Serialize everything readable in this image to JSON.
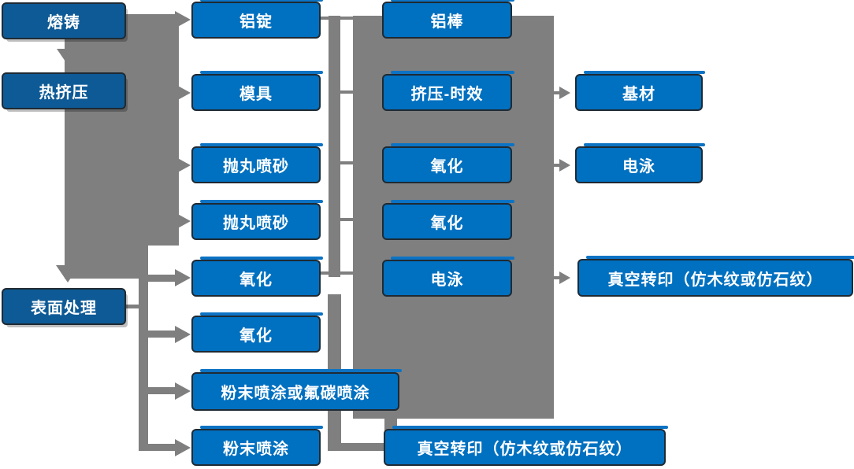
{
  "diagram": {
    "title_hint": "aluminum-profile-production-flow",
    "nodes": {
      "melting_cast": "熔铸",
      "hot_extrusion": "热挤压",
      "surface_treatment": "表面处理",
      "aluminum_ingot": "铝锭",
      "mold": "模具",
      "shot_blasting_1": "抛丸喷砂",
      "shot_blasting_2": "抛丸喷砂",
      "oxidation_1": "氧化",
      "oxidation_2": "氧化",
      "powder_or_fluorocarbon_coating": "粉末喷涂或氟碳喷涂",
      "powder_coating": "粉末喷涂",
      "aluminum_rod": "铝棒",
      "extrusion_aging": "挤压-时效",
      "oxidation_3": "氧化",
      "oxidation_4": "氧化",
      "electrophoresis_1": "电泳",
      "vacuum_transfer_1": "真空转印（仿木纹或仿石纹）",
      "base_material": "基材",
      "electrophoresis_2": "电泳",
      "vacuum_transfer_2": "真空转印（仿木纹或仿石纹）"
    },
    "colors": {
      "box_primary": "#0070C0",
      "box_dark": "#0E5A96",
      "connector_gray": "#7F7F7F",
      "box_border": "#1F2A33",
      "text": "#FFFFFF",
      "background": "#FFFFFF"
    }
  }
}
